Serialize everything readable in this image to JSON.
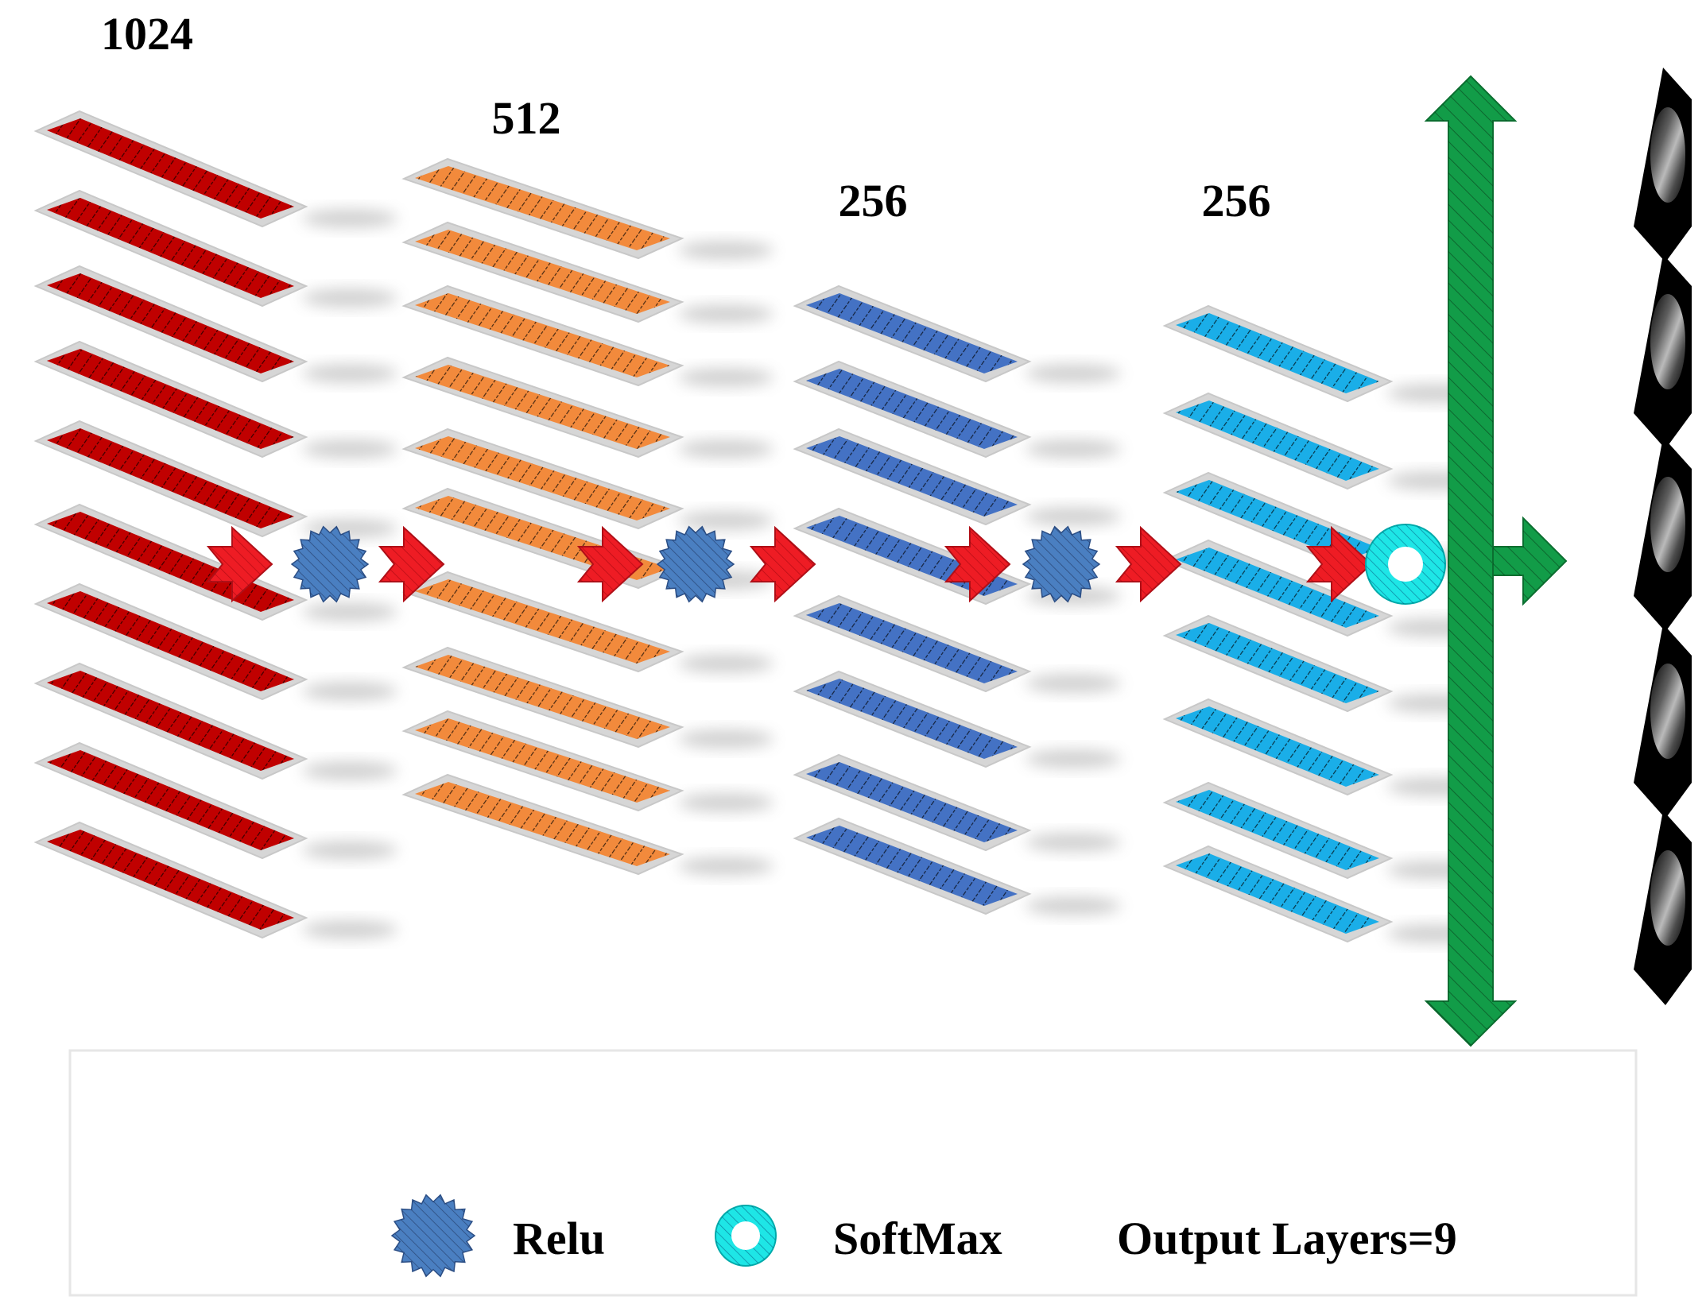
{
  "colors": {
    "layer1": "#c00000",
    "layer2": "#f28a3c",
    "layer3": "#4472c4",
    "layer4": "#1aaee8",
    "relu": "#4a7fc1",
    "softmax": "#1ee6e6",
    "arrow": "#ee1c24",
    "output_arrow": "#129c48",
    "tile_border": "#d0d0d0",
    "stripe": "#000000"
  },
  "layers": [
    {
      "size_label": "1024",
      "color": "#c00000",
      "tiles": 10
    },
    {
      "size_label": "512",
      "color": "#f28a3c",
      "tiles": 10
    },
    {
      "size_label": "256",
      "color": "#4472c4",
      "tiles": 8
    },
    {
      "size_label": "256",
      "color": "#1aaee8",
      "tiles": 8
    }
  ],
  "activations": [
    "relu-icon",
    "relu-icon",
    "relu-icon",
    "softmax-icon"
  ],
  "output_images": 5,
  "legend": {
    "relu_label": "Relu",
    "softmax_label": "SoftMax",
    "output_label": "Output Layers=9"
  }
}
